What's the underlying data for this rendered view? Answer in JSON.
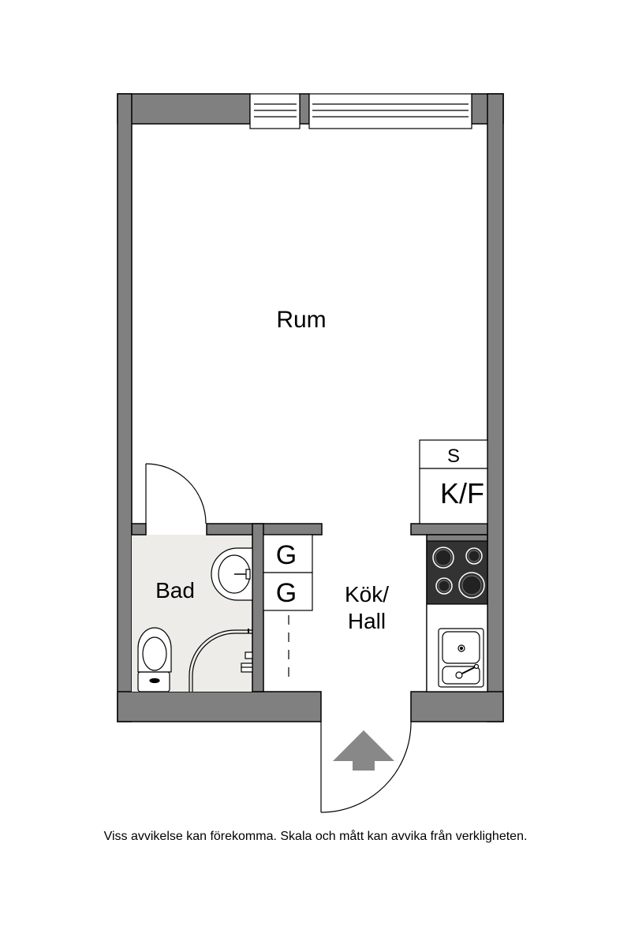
{
  "rooms": {
    "main_room": "Rum",
    "bathroom": "Bad",
    "kitchen_line1": "Kök/",
    "kitchen_line2": "Hall"
  },
  "fixtures": {
    "closet_1": "G",
    "closet_2": "G",
    "stove_label": "S",
    "fridge_freezer": "K/F"
  },
  "disclaimer": "Viss avvikelse kan förekomma. Skala och mått kan avvika från verkligheten.",
  "colors": {
    "wall": "#808080",
    "bathroom_floor": "#eeece8",
    "stove_top": "#333333",
    "entrance_arrow": "#888888"
  },
  "icons": {
    "entrance": "entrance-arrow-icon",
    "toilet": "toilet-icon",
    "washbasin": "washbasin-icon",
    "shower": "shower-icon",
    "stove": "stove-icon",
    "sink": "sink-icon"
  }
}
